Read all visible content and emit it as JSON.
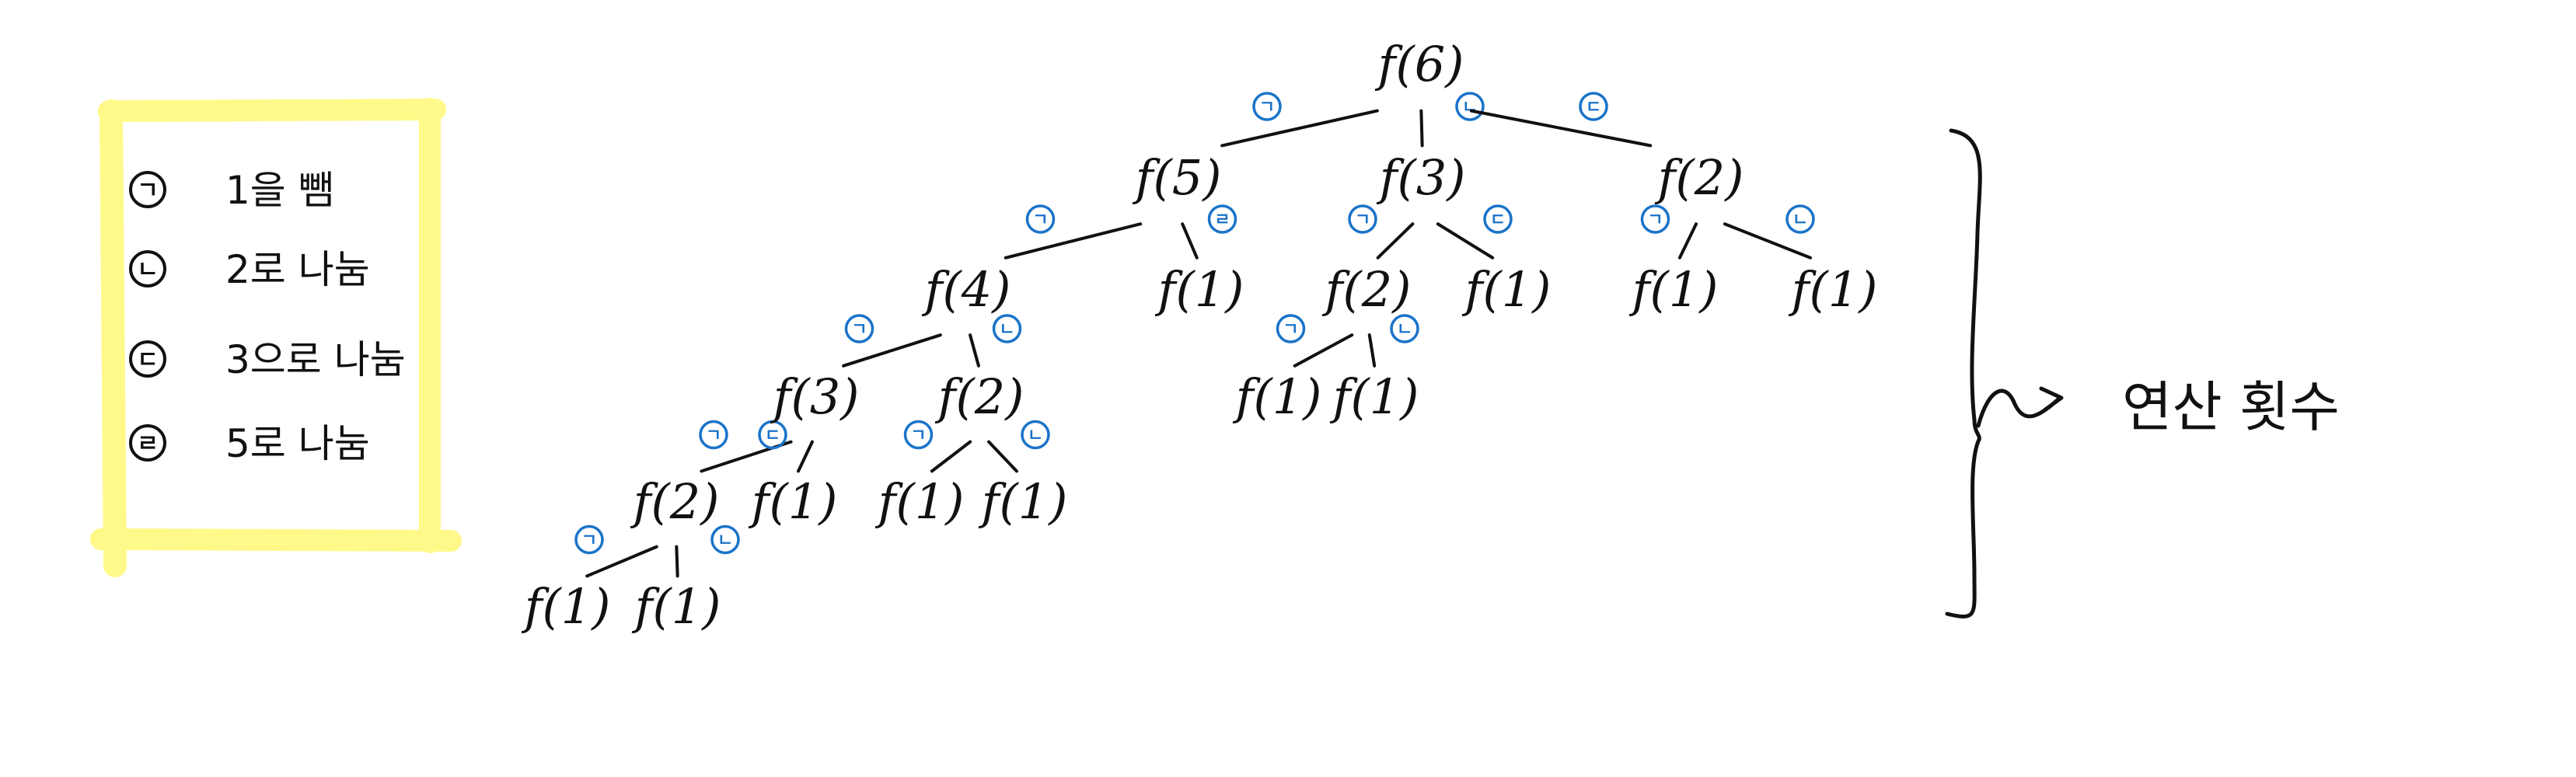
{
  "legend": {
    "highlight_color": "#fff98a",
    "items": [
      {
        "marker": "ㄱ",
        "text": "1을 뺌"
      },
      {
        "marker": "ㄴ",
        "text": "2로 나눔"
      },
      {
        "marker": "ㄷ",
        "text": "3으로 나눔"
      },
      {
        "marker": "ㄹ",
        "text": "5로 나눔"
      }
    ]
  },
  "tree": {
    "ink_color": "#111111",
    "edge_label_color": "#1a73c9",
    "nodes": [
      {
        "id": "n0",
        "label": "f(6)"
      },
      {
        "id": "n1",
        "label": "f(5)"
      },
      {
        "id": "n2",
        "label": "f(3)"
      },
      {
        "id": "n3",
        "label": "f(2)"
      },
      {
        "id": "n4",
        "label": "f(4)"
      },
      {
        "id": "n5",
        "label": "f(1)"
      },
      {
        "id": "n6",
        "label": "f(2)"
      },
      {
        "id": "n7",
        "label": "f(1)"
      },
      {
        "id": "n8",
        "label": "f(1)"
      },
      {
        "id": "n9",
        "label": "f(1)"
      },
      {
        "id": "n10",
        "label": "f(3)"
      },
      {
        "id": "n11",
        "label": "f(2)"
      },
      {
        "id": "n12",
        "label": "f(1)"
      },
      {
        "id": "n13",
        "label": "f(1)"
      },
      {
        "id": "n14",
        "label": "f(2)"
      },
      {
        "id": "n15",
        "label": "f(1)"
      },
      {
        "id": "n16",
        "label": "f(1)"
      },
      {
        "id": "n17",
        "label": "f(1)"
      },
      {
        "id": "n18",
        "label": "f(1)"
      },
      {
        "id": "n19",
        "label": "f(1)"
      },
      {
        "id": "n20",
        "label": "f(1)"
      }
    ],
    "edges": [
      {
        "from": "n0",
        "to": "n1",
        "label": "ㄱ"
      },
      {
        "from": "n0",
        "to": "n2",
        "label": "ㄴ"
      },
      {
        "from": "n0",
        "to": "n3",
        "label": "ㄷ"
      },
      {
        "from": "n1",
        "to": "n4",
        "label": "ㄱ"
      },
      {
        "from": "n1",
        "to": "n5",
        "label": "ㄹ"
      },
      {
        "from": "n2",
        "to": "n6",
        "label": "ㄱ"
      },
      {
        "from": "n2",
        "to": "n7",
        "label": "ㄷ"
      },
      {
        "from": "n3",
        "to": "n8",
        "label": "ㄱ"
      },
      {
        "from": "n3",
        "to": "n9",
        "label": "ㄴ"
      },
      {
        "from": "n4",
        "to": "n10",
        "label": "ㄱ"
      },
      {
        "from": "n4",
        "to": "n11",
        "label": "ㄴ"
      },
      {
        "from": "n6",
        "to": "n12",
        "label": "ㄱ"
      },
      {
        "from": "n6",
        "to": "n13",
        "label": "ㄴ"
      },
      {
        "from": "n10",
        "to": "n14",
        "label": "ㄱ"
      },
      {
        "from": "n10",
        "to": "n15",
        "label": "ㄷ"
      },
      {
        "from": "n11",
        "to": "n16",
        "label": "ㄱ"
      },
      {
        "from": "n11",
        "to": "n17",
        "label": "ㄴ"
      },
      {
        "from": "n14",
        "to": "n18",
        "label": "ㄱ"
      },
      {
        "from": "n14",
        "to": "n19",
        "label": "ㄴ"
      }
    ]
  },
  "result": {
    "text": "연산 횟수",
    "bracket_icon": "right-curly-brace-icon",
    "arrow_icon": "squiggly-arrow-icon"
  }
}
